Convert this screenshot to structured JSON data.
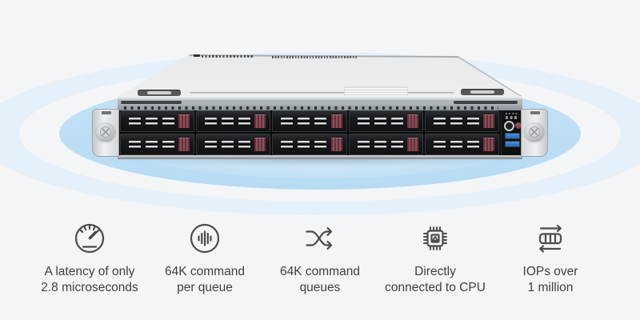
{
  "theme": {
    "colors": {
      "page-bg": "#f4f5f6",
      "ring-outer": "#e4f0fa",
      "ring-middle": "#b7dbf3",
      "ring-inner-edge": "#a9d3ee",
      "ring-inner-center": "#ecf6fd",
      "icon-stroke": "#4a4b4d",
      "feature-text": "#3e3f41",
      "drive-latch": "#8c4f5a",
      "drive-latch-dark": "#63333c",
      "usb-port": "#1f6cc0"
    }
  },
  "hero": {
    "alt": "1U rack server front view with ten hot-swap drive bays",
    "drive_rows": 2,
    "drive_cols": 5,
    "slots_per_tray": 3
  },
  "features": [
    {
      "icon": "gauge-icon",
      "line1": "A latency of only",
      "line2": "2.8 microseconds"
    },
    {
      "icon": "waveform-icon",
      "line1": "64K command",
      "line2": "per queue"
    },
    {
      "icon": "shuffle-icon",
      "line1": "64K command",
      "line2": "queues"
    },
    {
      "icon": "cpu-icon",
      "line1": "Directly",
      "line2": "connected to CPU"
    },
    {
      "icon": "queue-icon",
      "line1": "IOPs over",
      "line2": "1 million"
    }
  ]
}
